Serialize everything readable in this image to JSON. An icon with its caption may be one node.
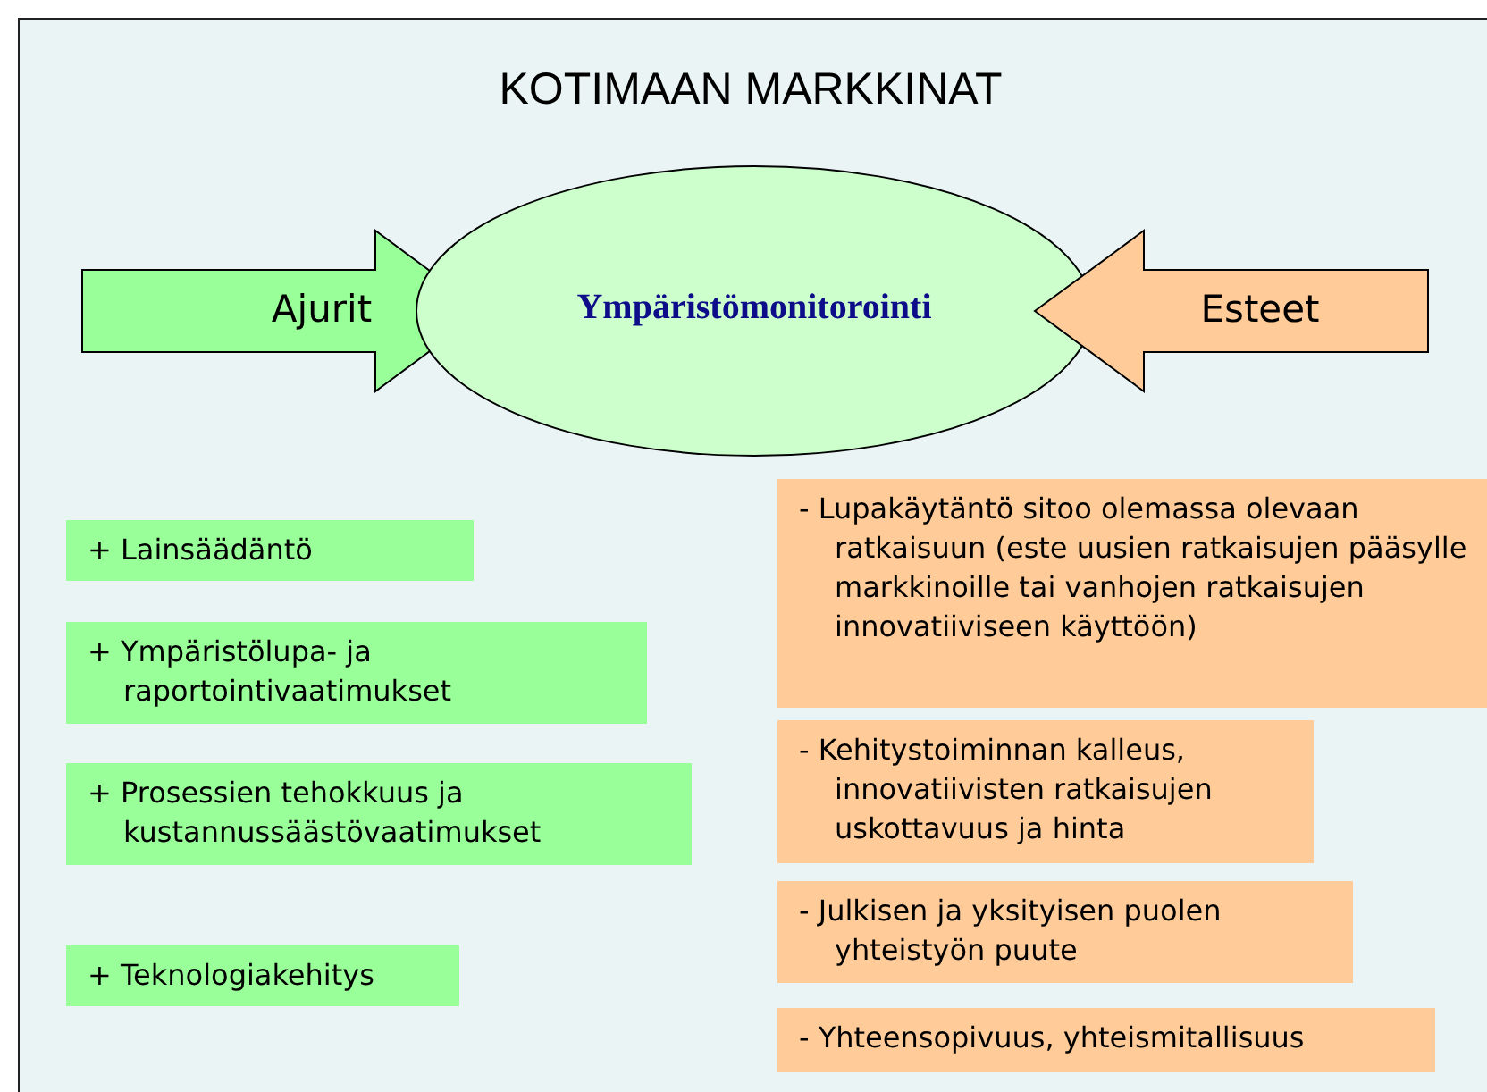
{
  "diagram": {
    "title": "KOTIMAAN MARKKINAT",
    "nodes": [
      {
        "text": [
          "Ajurit"
        ]
      },
      {
        "text": [
          "Ympäristömonitorointi"
        ]
      },
      {
        "text": [
          "Esteet"
        ]
      },
      {
        "text": [
          "+ Lainsäädäntö"
        ]
      },
      {
        "text": [
          "+ Ympäristölupa- ja raportointivaatimukset"
        ]
      },
      {
        "text": [
          "+ Prosessien tehokkuus ja kustannussäästövaatimukset"
        ]
      },
      {
        "text": [
          "+ Teknologiakehitys"
        ]
      },
      {
        "text": [
          "- Lupakäytäntö sitoo olemassa olevaan ratkaisuun  (este uusien ratkaisujen pääsylle markkinoille tai vanhojen ratkaisujen innovatiiviseen käyttöön)"
        ]
      },
      {
        "text": [
          "- Kehitystoiminnan kalleus, innovatiivisten ratkaisujen uskottavuus ja hinta"
        ]
      },
      {
        "text": [
          "- Julkisen ja yksityisen puolen yhteistyön puute"
        ]
      },
      {
        "text": [
          "- Yhteensopivuus, yhteismitallisuus"
        ]
      }
    ]
  }
}
